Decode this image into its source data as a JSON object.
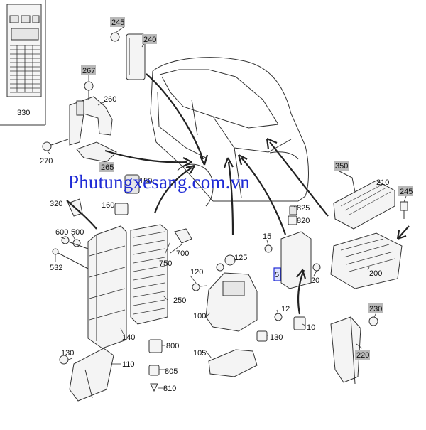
{
  "watermark": "Phutungxesang.com.vn",
  "callouts": {
    "c330": "330",
    "c245a": "245",
    "c240": "240",
    "c267": "267",
    "c260": "260",
    "c270": "270",
    "c265": "265",
    "c150": "150",
    "c320": "320",
    "c160": "160",
    "c600": "600",
    "c500": "500",
    "c532": "532",
    "c700": "700",
    "c750": "750",
    "c125": "125",
    "c120": "120",
    "c250": "250",
    "c100": "100",
    "c140": "140",
    "c130a": "130",
    "c110": "110",
    "c800": "800",
    "c805": "805",
    "c810": "810",
    "c105": "105",
    "c130b": "130",
    "c12": "12",
    "c10": "10",
    "c15": "15",
    "c20": "20",
    "c825": "825",
    "c820": "820",
    "c5": "5",
    "c350": "350",
    "c210": "210",
    "c245b": "245",
    "c200": "200",
    "c230": "230",
    "c220": "220"
  }
}
